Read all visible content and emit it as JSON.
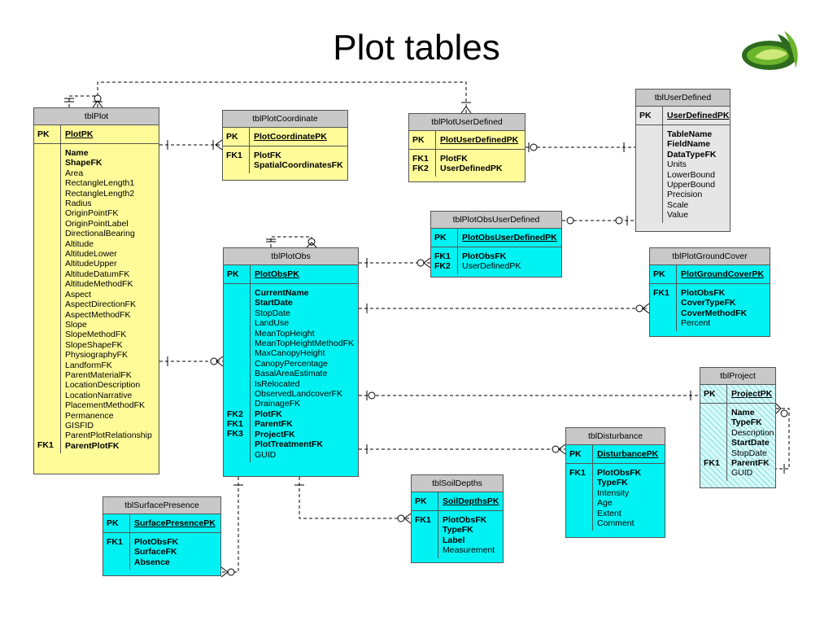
{
  "title": "Plot tables",
  "logo": {
    "icon": "leaf-logo-icon",
    "colors": [
      "#2e6b1e",
      "#6bb52b",
      "#cde87a"
    ]
  },
  "colors": {
    "yellow": "#fffb99",
    "cyan": "#00f2f2",
    "grey": "#e6e6e6",
    "light_cyan": "#d6fbfb",
    "line": "#000000",
    "header": "#c8c8c8"
  },
  "tables": {
    "tblPlot": {
      "name": "tblPlot",
      "pk": "PlotPK",
      "keys": [
        "",
        "",
        "",
        "",
        "",
        "",
        "",
        "",
        "",
        "",
        "",
        "",
        "",
        "",
        "",
        "",
        "",
        "",
        "",
        "",
        "",
        "",
        "",
        "",
        "",
        "",
        "",
        "",
        "",
        "FK1"
      ],
      "fields": [
        {
          "t": "Name",
          "b": true
        },
        {
          "t": "ShapeFK",
          "b": true
        },
        {
          "t": "Area",
          "b": false
        },
        {
          "t": "RectangleLength1",
          "b": false
        },
        {
          "t": "RectangleLength2",
          "b": false
        },
        {
          "t": "Radius",
          "b": false
        },
        {
          "t": "OriginPointFK",
          "b": false
        },
        {
          "t": "OriginPointLabel",
          "b": false
        },
        {
          "t": "DirectionalBearing",
          "b": false
        },
        {
          "t": "Altitude",
          "b": false
        },
        {
          "t": "AltitudeLower",
          "b": false
        },
        {
          "t": "AltitudeUpper",
          "b": false
        },
        {
          "t": "AltitudeDatumFK",
          "b": false
        },
        {
          "t": "AltitudeMethodFK",
          "b": false
        },
        {
          "t": "Aspect",
          "b": false
        },
        {
          "t": "AspectDirectionFK",
          "b": false
        },
        {
          "t": "AspectMethodFK",
          "b": false
        },
        {
          "t": "Slope",
          "b": false
        },
        {
          "t": "SlopeMethodFK",
          "b": false
        },
        {
          "t": "SlopeShapeFK",
          "b": false
        },
        {
          "t": "PhysiographyFK",
          "b": false
        },
        {
          "t": "LandformFK",
          "b": false
        },
        {
          "t": "ParentMaterialFK",
          "b": false
        },
        {
          "t": "LocationDescription",
          "b": false
        },
        {
          "t": "LocationNarrative",
          "b": false
        },
        {
          "t": "PlacementMethodFK",
          "b": false
        },
        {
          "t": "Permanence",
          "b": false
        },
        {
          "t": "GISFID",
          "b": false
        },
        {
          "t": "ParentPlotRelationship",
          "b": false
        },
        {
          "t": "ParentPlotFK",
          "b": true
        }
      ]
    },
    "tblPlotCoordinate": {
      "name": "tblPlotCoordinate",
      "pk": "PlotCoordinatePK",
      "keys": [
        "FK1",
        ""
      ],
      "fields": [
        {
          "t": "PlotFK",
          "b": true
        },
        {
          "t": "SpatialCoordinatesFK",
          "b": true
        }
      ]
    },
    "tblPlotUserDefined": {
      "name": "tblPlotUserDefined",
      "pk": "PlotUserDefinedPK",
      "keys": [
        "FK1",
        "FK2"
      ],
      "fields": [
        {
          "t": "PlotFK",
          "b": true
        },
        {
          "t": "UserDefinedPK",
          "b": true
        }
      ]
    },
    "tblUserDefined": {
      "name": "tblUserDefined",
      "pk": "UserDefinedPK",
      "keys": [
        "",
        "",
        "",
        "",
        "",
        "",
        "",
        "",
        ""
      ],
      "fields": [
        {
          "t": "TableName",
          "b": true
        },
        {
          "t": "FieldName",
          "b": true
        },
        {
          "t": "DataTypeFK",
          "b": true
        },
        {
          "t": "Units",
          "b": false
        },
        {
          "t": "LowerBound",
          "b": false
        },
        {
          "t": "UpperBound",
          "b": false
        },
        {
          "t": "Precision",
          "b": false
        },
        {
          "t": "Scale",
          "b": false
        },
        {
          "t": "Value",
          "b": false
        }
      ]
    },
    "tblPlotObsUserDefined": {
      "name": "tblPlotObsUserDefined",
      "pk": "PlotObsUserDefinedPK",
      "keys": [
        "FK1",
        "FK2"
      ],
      "fields": [
        {
          "t": "PlotObsFK",
          "b": true
        },
        {
          "t": "UserDefinedPK",
          "b": false
        }
      ]
    },
    "tblPlotObs": {
      "name": "tblPlotObs",
      "pk": "PlotObsPK",
      "keys": [
        "",
        "",
        "",
        "",
        "",
        "",
        "",
        "",
        "",
        "",
        "",
        "",
        "",
        "",
        "FK2",
        "FK1",
        "FK3",
        "",
        ""
      ],
      "fields": [
        {
          "t": "CurrentName",
          "b": true
        },
        {
          "t": "StartDate",
          "b": true
        },
        {
          "t": "StopDate",
          "b": false
        },
        {
          "t": "LandUse",
          "b": false
        },
        {
          "t": "MeanTopHeight",
          "b": false
        },
        {
          "t": "MeanTopHeightMethodFK",
          "b": false
        },
        {
          "t": "MaxCanopyHeight",
          "b": false
        },
        {
          "t": "CanopyPercentage",
          "b": false
        },
        {
          "t": "BasalAreaEstimate",
          "b": false
        },
        {
          "t": "IsRelocated",
          "b": false
        },
        {
          "t": "ObservedLandcoverFK",
          "b": false
        },
        {
          "t": "DrainageFK",
          "b": false
        },
        {
          "t": "PlotFK",
          "b": true
        },
        {
          "t": "ParentFK",
          "b": true
        },
        {
          "t": "ProjectFK",
          "b": true
        },
        {
          "t": "PlotTreatmentFK",
          "b": true
        },
        {
          "t": "GUID",
          "b": false
        }
      ]
    },
    "tblPlotGroundCover": {
      "name": "tblPlotGroundCover",
      "pk": "PlotGroundCoverPK",
      "keys": [
        "FK1",
        "",
        "",
        ""
      ],
      "fields": [
        {
          "t": "PlotObsFK",
          "b": true
        },
        {
          "t": "CoverTypeFK",
          "b": true
        },
        {
          "t": "CoverMethodFK",
          "b": true
        },
        {
          "t": "Percent",
          "b": false
        }
      ]
    },
    "tblProject": {
      "name": "tblProject",
      "pk": "ProjectPK",
      "keys": [
        "",
        "",
        "",
        "",
        "",
        "FK1",
        ""
      ],
      "fields": [
        {
          "t": "Name",
          "b": true
        },
        {
          "t": "TypeFK",
          "b": true
        },
        {
          "t": "Description",
          "b": false
        },
        {
          "t": "StartDate",
          "b": true
        },
        {
          "t": "StopDate",
          "b": false
        },
        {
          "t": "ParentFK",
          "b": true
        },
        {
          "t": "GUID",
          "b": false
        }
      ]
    },
    "tblDisturbance": {
      "name": "tblDisturbance",
      "pk": "DisturbancePK",
      "keys": [
        "FK1",
        "",
        "",
        "",
        "",
        ""
      ],
      "fields": [
        {
          "t": "PlotObsFK",
          "b": true
        },
        {
          "t": "TypeFK",
          "b": true
        },
        {
          "t": "Intensity",
          "b": false
        },
        {
          "t": "Age",
          "b": false
        },
        {
          "t": "Extent",
          "b": false
        },
        {
          "t": "Comment",
          "b": false
        }
      ]
    },
    "tblSoilDepths": {
      "name": "tblSoilDepths",
      "pk": "SoilDepthsPK",
      "keys": [
        "FK1",
        "",
        "",
        ""
      ],
      "fields": [
        {
          "t": "PlotObsFK",
          "b": true
        },
        {
          "t": "TypeFK",
          "b": true
        },
        {
          "t": "Label",
          "b": true
        },
        {
          "t": "Measurement",
          "b": false
        }
      ]
    },
    "tblSurfacePresence": {
      "name": "tblSurfacePresence",
      "pk": "SurfacePresencePK",
      "keys": [
        "FK1",
        "",
        ""
      ],
      "fields": [
        {
          "t": "PlotObsFK",
          "b": true
        },
        {
          "t": "SurfaceFK",
          "b": true
        },
        {
          "t": "Absence",
          "b": true
        }
      ]
    }
  },
  "pk_label": "PK"
}
